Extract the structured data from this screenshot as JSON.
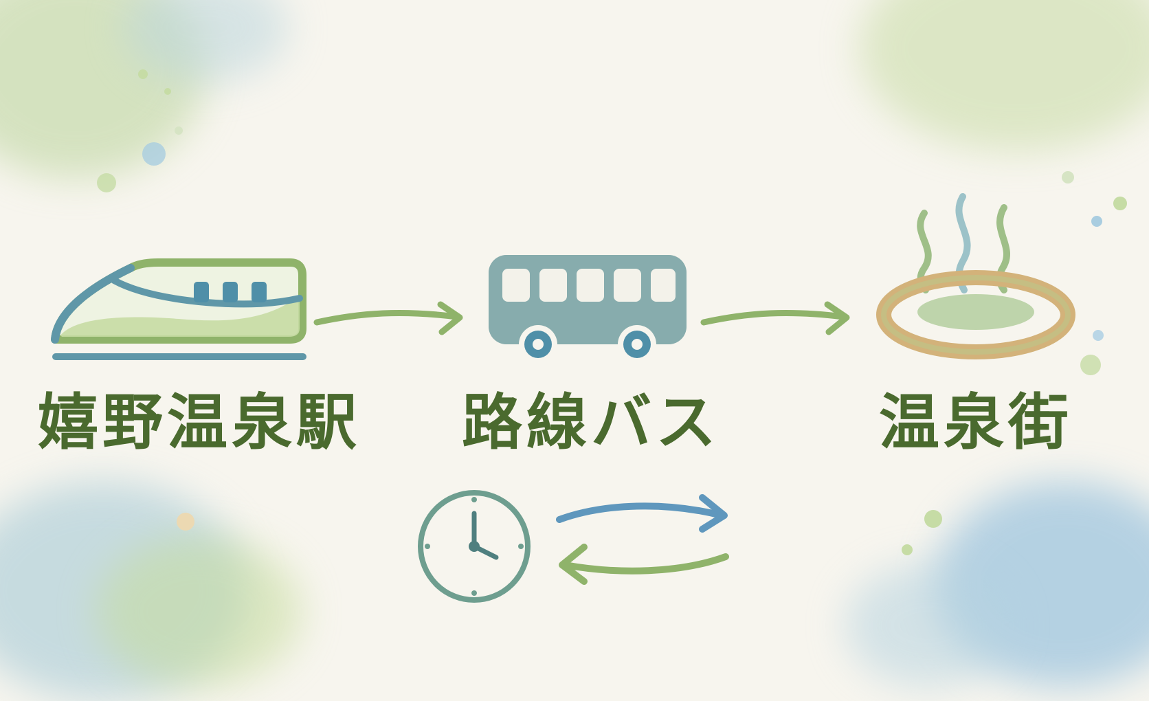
{
  "steps": [
    {
      "id": "station",
      "label": "嬉野温泉駅",
      "icon": "bullet-train-icon"
    },
    {
      "id": "bus",
      "label": "路線バス",
      "icon": "bus-icon"
    },
    {
      "id": "town",
      "label": "温泉街",
      "icon": "hot-spring-icon"
    }
  ],
  "bottom": {
    "icon": "clock-icon",
    "arrows": "round-trip-arrows"
  },
  "colors": {
    "green": "#8fb36a",
    "teal": "#4f8fa8",
    "text": "#4a6a2e",
    "sand": "#d3b27a"
  }
}
